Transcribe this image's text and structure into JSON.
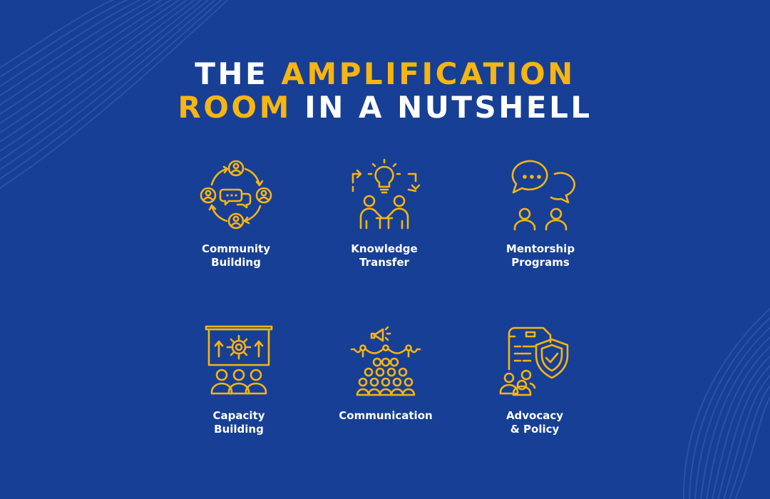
{
  "headline": {
    "line1_plain": "THE",
    "line1_accent": "AMPLIFICATION",
    "line2_accent": "ROOM",
    "line2_plain": "IN A NUTSHELL"
  },
  "colors": {
    "background": "#173f95",
    "accent": "#f7b511",
    "text": "#ffffff"
  },
  "features": [
    {
      "icon": "community-cycle-icon",
      "line1": "Community",
      "line2": "Building"
    },
    {
      "icon": "knowledge-lightbulb-icon",
      "line1": "Knowledge",
      "line2": "Transfer"
    },
    {
      "icon": "mentorship-chat-icon",
      "line1": "Mentorship",
      "line2": "Programs"
    },
    {
      "icon": "capacity-presentation-icon",
      "line1": "Capacity",
      "line2": "Building"
    },
    {
      "icon": "communication-crowd-icon",
      "line1": "Communication",
      "line2": ""
    },
    {
      "icon": "advocacy-shield-icon",
      "line1": "Advocacy",
      "line2": "& Policy"
    }
  ]
}
